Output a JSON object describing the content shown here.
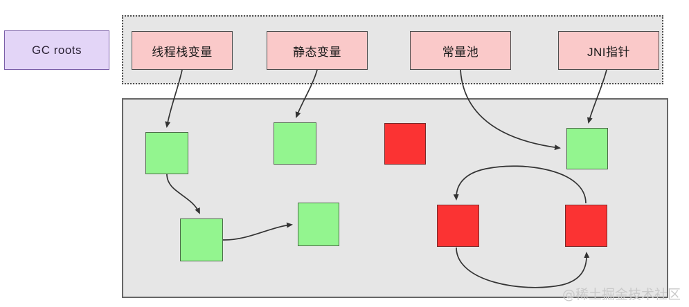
{
  "diagram": {
    "title": "GC roots reachability diagram",
    "colors": {
      "gc_roots_fill": "#e3d5f7",
      "gc_roots_stroke": "#7a5ea8",
      "root_fill": "#fac9c9",
      "root_stroke": "#4d4d4d",
      "live_fill": "#93f58f",
      "live_stroke": "#4d6b49",
      "dead_fill": "#fb3333",
      "dead_stroke": "#7a2a2a",
      "container_fill": "#e6e6e6",
      "container_stroke": "#666666",
      "edge_stroke": "#333333",
      "watermark": "#c9c9c9"
    }
  },
  "legend": {
    "gc_roots_label": "GC roots"
  },
  "roots": [
    {
      "id": "thread-stack-var",
      "label": "线程栈变量"
    },
    {
      "id": "static-var",
      "label": "静态变量"
    },
    {
      "id": "constant-pool",
      "label": "常量池"
    },
    {
      "id": "jni-pointer",
      "label": "JNI指针"
    }
  ],
  "heap_objects": [
    {
      "id": "obj-live-1",
      "state": "live"
    },
    {
      "id": "obj-live-2",
      "state": "live"
    },
    {
      "id": "obj-dead-1",
      "state": "dead"
    },
    {
      "id": "obj-live-3",
      "state": "live"
    },
    {
      "id": "obj-live-4",
      "state": "live"
    },
    {
      "id": "obj-live-5",
      "state": "live"
    },
    {
      "id": "obj-dead-2",
      "state": "dead"
    },
    {
      "id": "obj-dead-3",
      "state": "dead"
    }
  ],
  "edges": [
    {
      "from": "thread-stack-var",
      "to": "obj-live-1"
    },
    {
      "from": "static-var",
      "to": "obj-live-2"
    },
    {
      "from": "constant-pool",
      "to": "obj-live-5"
    },
    {
      "from": "jni-pointer",
      "to": "obj-live-5"
    },
    {
      "from": "obj-live-1",
      "to": "obj-live-3"
    },
    {
      "from": "obj-live-3",
      "to": "obj-live-4"
    },
    {
      "from": "obj-dead-3",
      "to": "obj-dead-2"
    },
    {
      "from": "obj-dead-2",
      "to": "obj-dead-3"
    }
  ],
  "watermark": {
    "text": "@稀土掘金技术社区"
  }
}
